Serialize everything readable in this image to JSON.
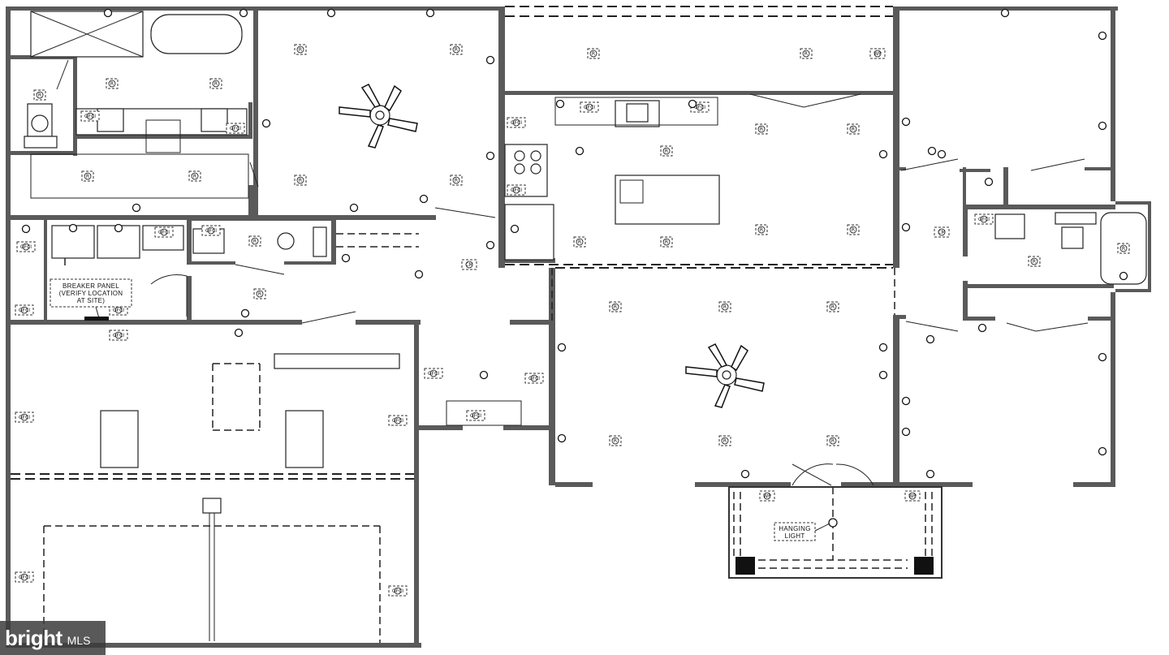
{
  "plan": {
    "labels": {
      "breaker_panel": [
        "BREAKER PANEL",
        "(VERIFY LOCATION",
        "AT SITE)"
      ],
      "hanging_light": [
        "HANGING",
        "LIGHT"
      ]
    },
    "symbols": {
      "recessed": "R",
      "gfci": "GFCI",
      "weatherproof": "WP",
      "ceiling_mount": "CM"
    }
  },
  "watermark": {
    "brand": "bright",
    "suffix": "MLS"
  },
  "colors": {
    "wall": "#5a5a5a",
    "line": "#222222",
    "background": "#ffffff"
  }
}
